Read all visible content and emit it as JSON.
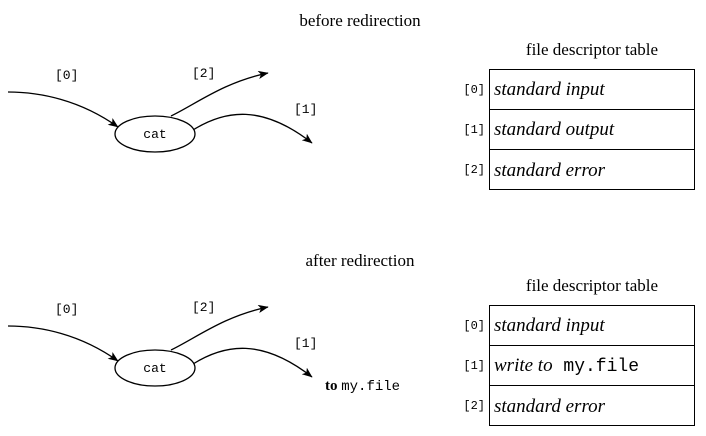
{
  "diagram": {
    "title_top": "before redirection",
    "title_bottom": "after redirection",
    "process_name": "cat",
    "fd_table_caption": "file descriptor table",
    "arrow_labels": {
      "stdin": "[0]",
      "stdout": "[1]",
      "stderr": "[2]"
    },
    "redirect_target_label_prefix": "to",
    "redirect_target_file": "my.file",
    "line_color": "#000000",
    "background_color": "#ffffff"
  },
  "panels": [
    {
      "id": "before",
      "title": "before redirection",
      "process": "cat",
      "arrows": [
        {
          "fd": "[0]",
          "name": "stdin"
        },
        {
          "fd": "[2]",
          "name": "stderr"
        },
        {
          "fd": "[1]",
          "name": "stdout"
        }
      ],
      "fd_table": {
        "caption": "file descriptor table",
        "rows": [
          {
            "index": "[0]",
            "value_italic": "standard input",
            "value_mono": ""
          },
          {
            "index": "[1]",
            "value_italic": "standard output",
            "value_mono": ""
          },
          {
            "index": "[2]",
            "value_italic": "standard error",
            "value_mono": ""
          }
        ]
      }
    },
    {
      "id": "after",
      "title": "after redirection",
      "process": "cat",
      "target_prefix": "to",
      "target_file": "my.file",
      "arrows": [
        {
          "fd": "[0]",
          "name": "stdin"
        },
        {
          "fd": "[2]",
          "name": "stderr"
        },
        {
          "fd": "[1]",
          "name": "stdout"
        }
      ],
      "fd_table": {
        "caption": "file descriptor table",
        "rows": [
          {
            "index": "[0]",
            "value_italic": "standard input",
            "value_mono": ""
          },
          {
            "index": "[1]",
            "value_italic": "write to",
            "value_mono": "my.file"
          },
          {
            "index": "[2]",
            "value_italic": "standard error",
            "value_mono": ""
          }
        ]
      }
    }
  ]
}
